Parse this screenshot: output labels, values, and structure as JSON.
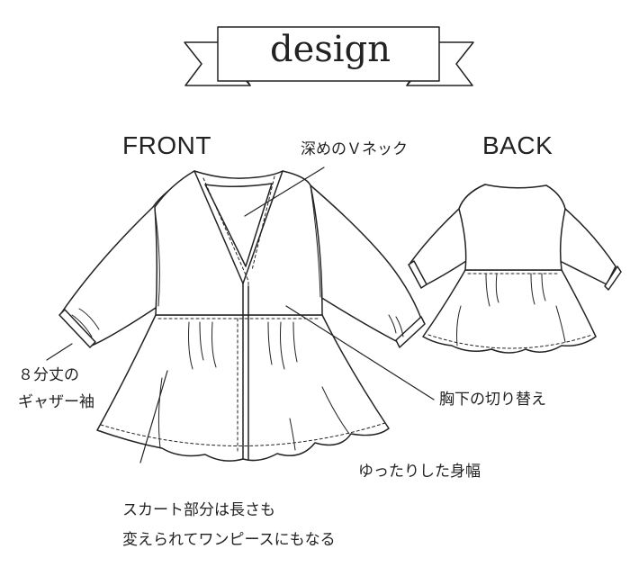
{
  "banner": {
    "title": "design"
  },
  "views": {
    "front": "FRONT",
    "back": "BACK"
  },
  "callouts": {
    "neck": "深めのＶネック",
    "sleeve_line1": "８分丈の",
    "sleeve_line2": "ギャザー袖",
    "waist": "胸下の切り替え",
    "body": "ゆったりした身幅",
    "skirt_line1": "スカート部分は長さも",
    "skirt_line2": "変えられてワンピースにもなる"
  }
}
